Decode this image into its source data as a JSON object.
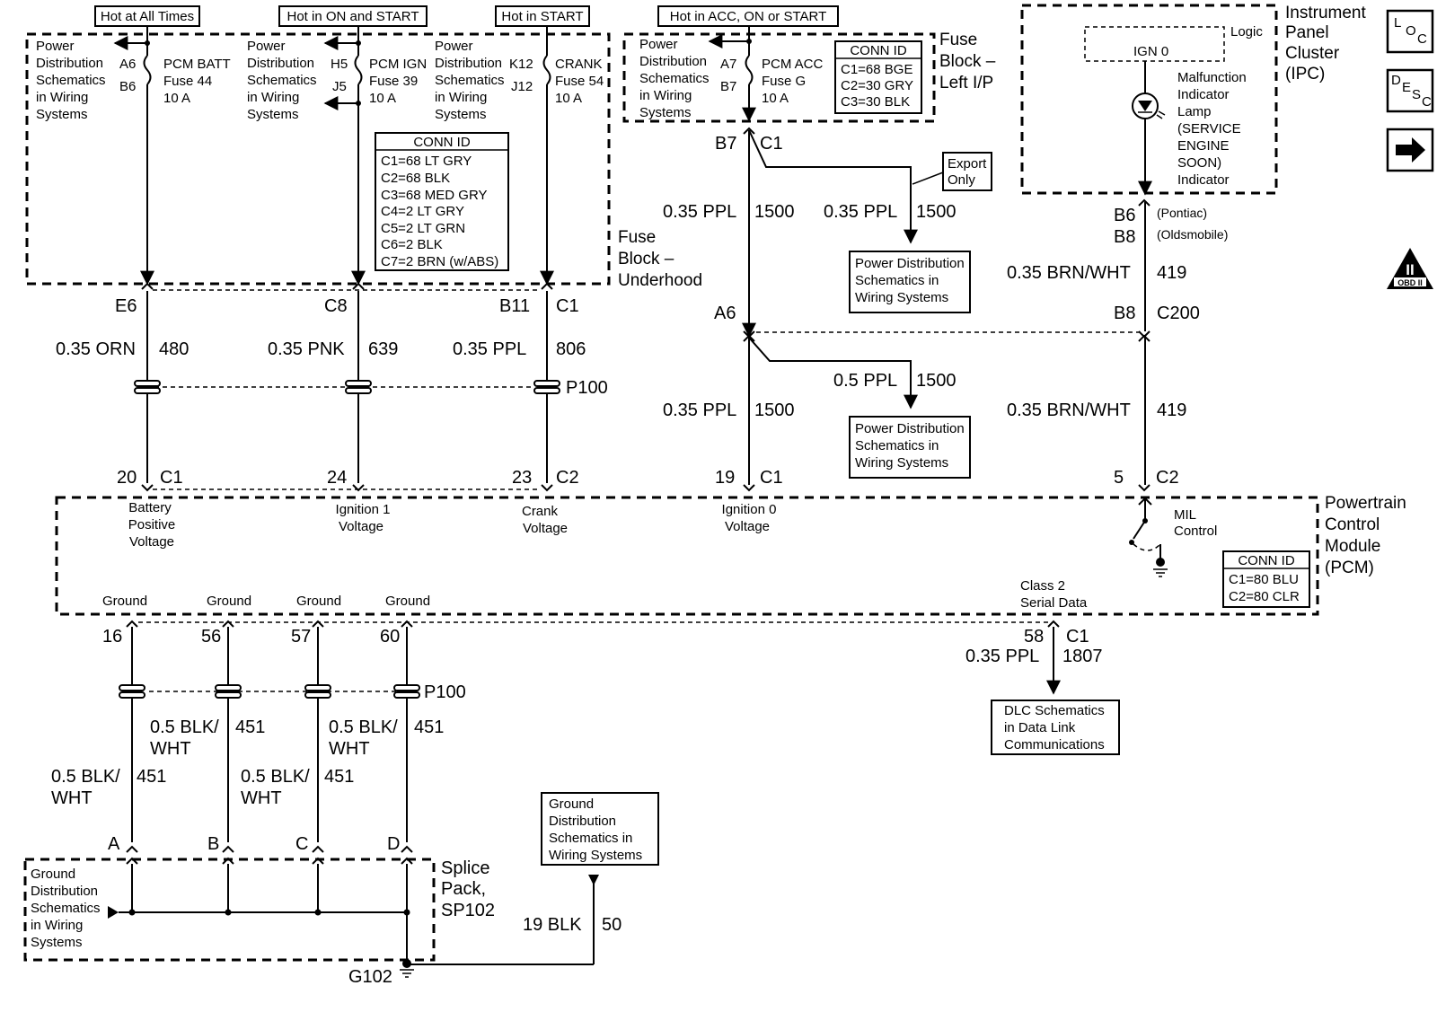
{
  "hot_labels": {
    "all_times": "Hot at All Times",
    "on_start": "Hot in ON and START",
    "start": "Hot in START",
    "acc_on_start": "Hot in ACC, ON or START"
  },
  "pds_ref": [
    "Power",
    "Distribution",
    "Schematics",
    "in Wiring",
    "Systems"
  ],
  "pds_box": [
    "Power Distribution",
    "Schematics in",
    "Wiring Systems"
  ],
  "fuses": {
    "batt": {
      "name": "PCM BATT",
      "fuse": "Fuse 44",
      "amps": "10 A",
      "pin_in": "A6",
      "pin_out": "B6"
    },
    "ign": {
      "name": "PCM IGN",
      "fuse": "Fuse 39",
      "amps": "10 A",
      "pin_in": "H5",
      "pin_out": "J5"
    },
    "crank": {
      "name": "CRANK",
      "fuse": "Fuse 54",
      "amps": "10 A",
      "pin_in": "K12",
      "pin_out": "J12"
    },
    "acc": {
      "name": "PCM ACC",
      "fuse": "Fuse G",
      "amps": "10 A",
      "pin_in": "A7",
      "pin_out": "B7"
    }
  },
  "conn_underhood": {
    "title": "CONN ID",
    "rows": [
      "C1=68 LT GRY",
      "C2=68 BLK",
      "C3=68 MED GRY",
      "C4=2 LT GRY",
      "C5=2 LT GRN",
      "C6=2 BLK",
      "C7=2 BRN (w/ABS)"
    ]
  },
  "conn_leftip": {
    "title": "CONN ID",
    "rows": [
      "C1=68 BGE",
      "C2=30 GRY",
      "C3=30 BLK"
    ]
  },
  "conn_pcm": {
    "title": "CONN ID",
    "rows": [
      "C1=80 BLU",
      "C2=80 CLR"
    ]
  },
  "fuse_block_underhood": [
    "Fuse",
    "Block –",
    "Underhood"
  ],
  "fuse_block_leftip": [
    "Fuse",
    "Block –",
    "Left I/P"
  ],
  "ipc": {
    "title": [
      "Instrument",
      "Panel",
      "Cluster",
      "(IPC)"
    ],
    "logic": "Logic",
    "ign0": "IGN 0",
    "lamp": [
      "Malfunction",
      "Indicator",
      "Lamp",
      "(SERVICE",
      "ENGINE",
      "SOON)",
      "Indicator"
    ],
    "pin_b6": "B6",
    "pin_b8": "B8",
    "pontiac": "(Pontiac)",
    "olds": "(Oldsmobile)"
  },
  "export_only": [
    "Export",
    "Only"
  ],
  "connectors": {
    "e6": "E6",
    "c8": "C8",
    "b11": "B11",
    "c1": "C1",
    "c2": "C2",
    "b7": "B7",
    "a6": "A6",
    "b8": "B8",
    "c200": "C200",
    "p100": "P100"
  },
  "wires": {
    "orn_gauge": "0.35 ORN",
    "orn_circuit": "480",
    "pnk_gauge": "0.35 PNK",
    "pnk_circuit": "639",
    "ppl_gauge": "0.35 PPL",
    "ppl_circuit_806": "806",
    "ppl_circuit_1500": "1500",
    "ppl05_gauge": "0.5 PPL",
    "brnwht_gauge": "0.35 BRN/WHT",
    "brnwht_circuit": "419",
    "ppl_circuit_1807": "1807",
    "blkwht_gauge": [
      "0.5 BLK/",
      "WHT"
    ],
    "blkwht_circuit": "451",
    "blk19_gauge": "19 BLK",
    "blk19_circuit": "50"
  },
  "pcm_pins": {
    "p20": "20",
    "p24": "24",
    "p23": "23",
    "p19": "19",
    "p5": "5",
    "p16": "16",
    "p56": "56",
    "p57": "57",
    "p60": "60",
    "p58": "58"
  },
  "pcm": {
    "title": [
      "Powertrain",
      "Control",
      "Module",
      "(PCM)"
    ],
    "battery": [
      "Battery",
      "Positive",
      "Voltage"
    ],
    "ign1": [
      "Ignition 1",
      "Voltage"
    ],
    "crank": [
      "Crank",
      "Voltage"
    ],
    "ign0": [
      "Ignition 0",
      "Voltage"
    ],
    "mil": [
      "MIL",
      "Control"
    ],
    "ground": "Ground",
    "class2": [
      "Class 2",
      "Serial Data"
    ]
  },
  "dlc_box": [
    "DLC Schematics",
    "in Data Link",
    "Communications"
  ],
  "splice": {
    "title": [
      "Splice",
      "Pack,",
      "SP102"
    ],
    "pins": [
      "A",
      "B",
      "C",
      "D"
    ],
    "gds": [
      "Ground",
      "Distribution",
      "Schematics",
      "in Wiring",
      "Systems"
    ]
  },
  "gds_box": [
    "Ground",
    "Distribution",
    "Schematics in",
    "Wiring Systems"
  ],
  "g102": "G102",
  "nav": {
    "loc": [
      "L",
      "O",
      "C"
    ],
    "desc": [
      "D",
      "E",
      "S",
      "C"
    ],
    "next_icon": "right-arrow-icon"
  },
  "obd": {
    "top": "II",
    "bottom": "OBD II"
  }
}
